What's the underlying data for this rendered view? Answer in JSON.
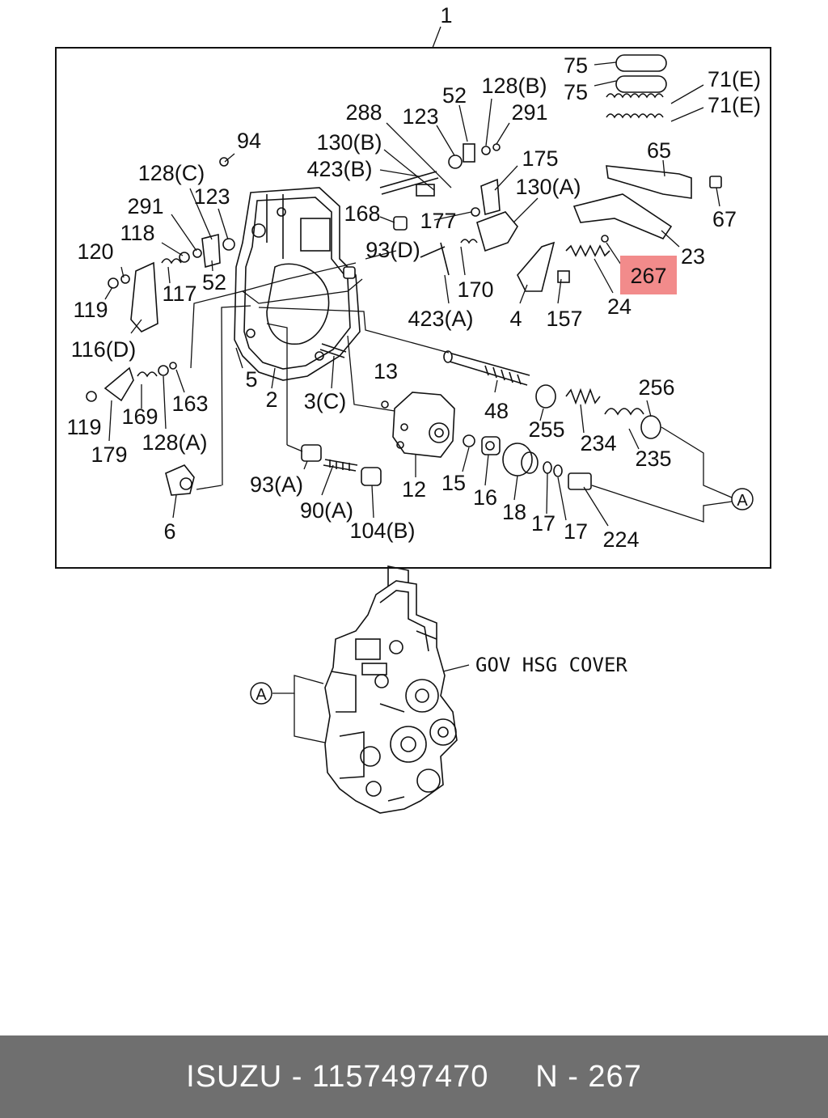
{
  "callouts": {
    "c1": "1",
    "c75a": "75",
    "c75b": "75",
    "c71a": "71(E)",
    "c71b": "71(E)",
    "c52a": "52",
    "c128b": "128(B)",
    "c123a": "123",
    "c291a": "291",
    "c288": "288",
    "c130b": "130(B)",
    "c423b": "423(B)",
    "c175": "175",
    "c130a": "130(A)",
    "c65": "65",
    "c94": "94",
    "c128c": "128(C)",
    "c168": "168",
    "c177": "177",
    "c67": "67",
    "c291b": "291",
    "c123b": "123",
    "c118": "118",
    "c93d": "93(D)",
    "c120": "120",
    "c23": "23",
    "c117": "117",
    "c52b": "52",
    "c170": "170",
    "c119a": "119",
    "c24": "24",
    "c423a": "423(A)",
    "c4": "4",
    "c157": "157",
    "c116d": "116(D)",
    "c13": "13",
    "c256": "256",
    "c163": "163",
    "c5": "5",
    "c2": "2",
    "c3c": "3(C)",
    "c48": "48",
    "c119b": "119",
    "c169": "169",
    "c179": "179",
    "c255": "255",
    "c234": "234",
    "c128a": "128(A)",
    "c235": "235",
    "c12": "12",
    "c15": "15",
    "c16": "16",
    "c93a": "93(A)",
    "c90a": "90(A)",
    "c104b": "104(B)",
    "c18": "18",
    "c17a": "17",
    "c17b": "17",
    "c224": "224",
    "c6": "6",
    "cA1": "A",
    "cA2": "A"
  },
  "highlight": {
    "label": "267",
    "color": "#f28b8b"
  },
  "assembly_label": "GOV HSG COVER",
  "footer": {
    "text": "ISUZU - 1157497470     N - 267",
    "background": "#6f6f6f"
  }
}
